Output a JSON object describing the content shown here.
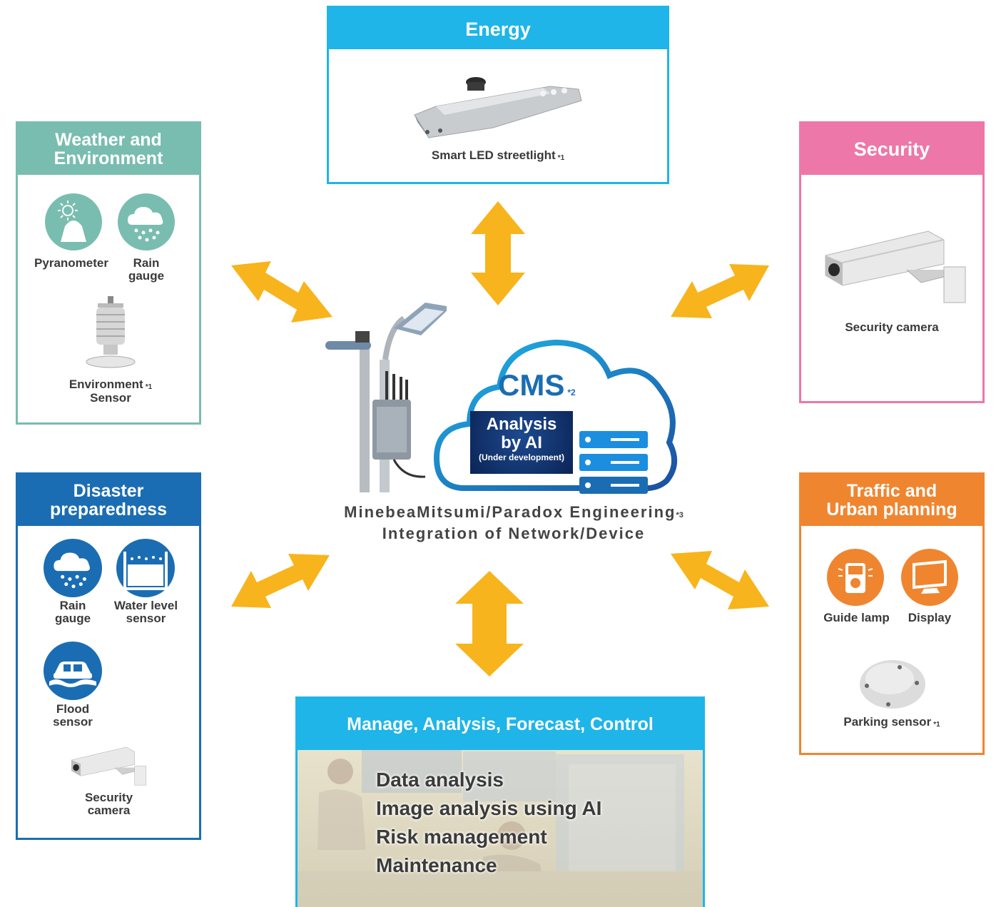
{
  "energy": {
    "title": "Energy",
    "item": "Smart LED streetlight",
    "note": "*1"
  },
  "weather": {
    "title_line1": "Weather and",
    "title_line2": "Environment",
    "items": [
      {
        "label": "Pyranometer",
        "icon": "pyranometer-icon"
      },
      {
        "label_line1": "Rain",
        "label_line2": "gauge",
        "icon": "rain-cloud-icon"
      }
    ],
    "sensor_line1": "Environment",
    "sensor_line2": "Sensor",
    "sensor_note": "*1"
  },
  "security": {
    "title": "Security",
    "item": "Security camera"
  },
  "disaster": {
    "title_line1": "Disaster",
    "title_line2": "preparedness",
    "rain_line1": "Rain",
    "rain_line2": "gauge",
    "water_line1": "Water level",
    "water_line2": "sensor",
    "flood_line1": "Flood",
    "flood_line2": "sensor",
    "camera_line1": "Security",
    "camera_line2": "camera"
  },
  "traffic": {
    "title_line1": "Traffic and",
    "title_line2": "Urban planning",
    "guide": "Guide lamp",
    "display": "Display",
    "parking": "Parking sensor",
    "parking_note": "*1"
  },
  "center": {
    "cms": "CMS",
    "cms_note": "*2",
    "ai_line1": "Analysis",
    "ai_line2": "by AI",
    "ai_line3": "(Under development)",
    "line1": "MinebeaMitsumi/Paradox Engineering",
    "line1_note": "*3",
    "line2": "Integration of Network/Device"
  },
  "manage": {
    "title": "Manage, Analysis, Forecast, Control",
    "tasks": [
      "Data analysis",
      "Image analysis using AI",
      "Risk management",
      "Maintenance"
    ]
  },
  "colors": {
    "energy": "#1fb5e8",
    "weather": "#79bdb0",
    "security": "#ed77a8",
    "disaster": "#1b6db3",
    "traffic": "#f08530",
    "arrow": "#f8b41c",
    "cms_blue": "#1b6db3"
  }
}
